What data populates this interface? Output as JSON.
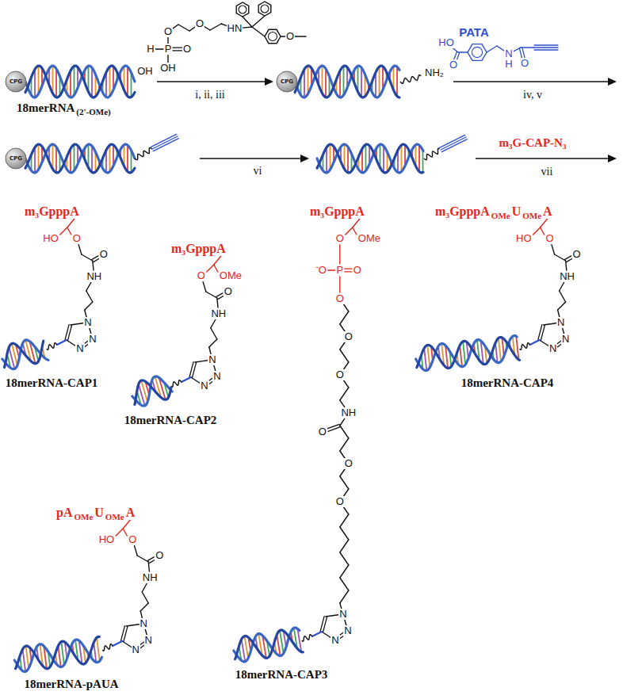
{
  "diagram": {
    "labels": [
      "CPG",
      "OH",
      "18merRNA",
      "(2'-OMe)",
      "H",
      "P",
      "O",
      "OH",
      "O",
      "O",
      "HN",
      "O",
      "i, ii, iii",
      "CPG",
      "NH₂",
      "PATA",
      "HO",
      "O",
      "N",
      "H",
      "O",
      "iv, v",
      "CPG",
      "vi",
      "m₃G-CAP-N₃",
      "vii",
      "m₃GpppA",
      "HO",
      "O",
      "O",
      "NH",
      "N",
      "N",
      "N",
      "18merRNA-CAP1",
      "m₃GpppA",
      "O",
      "OMe",
      "O",
      "NH",
      "N",
      "N",
      "N",
      "18merRNA-CAP2",
      "m₃GpppA",
      "O",
      "OMe",
      "⁻O",
      "P",
      "O",
      "O",
      "O",
      "O",
      "NH",
      "O",
      "O",
      "O",
      "N",
      "N",
      "N",
      "18merRNA-CAP3",
      "m₃GpppA",
      "OMe",
      "U",
      "OMe",
      "A",
      "HO",
      "O",
      "O",
      "NH",
      "N",
      "N",
      "N",
      "18merRNA-CAP4",
      "pA",
      "OMe",
      "U",
      "OMe",
      "A",
      "HO",
      "O",
      "O",
      "NH",
      "N",
      "N",
      "N",
      "18merRNA-pAUA"
    ]
  }
}
